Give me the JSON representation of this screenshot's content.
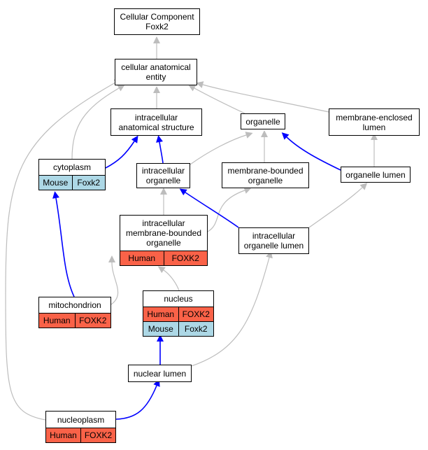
{
  "colors": {
    "human": "#fa6248",
    "mouse": "#add8e6",
    "edge_gray": "#bdbdbd",
    "edge_blue": "#0000ff"
  },
  "nodes": {
    "root": {
      "label": "Cellular Component\nFoxk2"
    },
    "cae": {
      "label": "cellular anatomical\nentity"
    },
    "ias": {
      "label": "intracellular\nanatomical structure"
    },
    "organelle": {
      "label": "organelle"
    },
    "mel": {
      "label": "membrane-enclosed\nlumen"
    },
    "cytoplasm": {
      "label": "cytoplasm",
      "rows": [
        {
          "species": "Mouse",
          "gene": "Foxk2"
        }
      ]
    },
    "io": {
      "label": "intracellular\norganelle"
    },
    "mbo": {
      "label": "membrane-bounded\norganelle"
    },
    "ol": {
      "label": "organelle lumen"
    },
    "imbo": {
      "label": "intracellular\nmembrane-bounded\norganelle",
      "rows": [
        {
          "species": "Human",
          "gene": "FOXK2"
        }
      ]
    },
    "iol": {
      "label": "intracellular\norganelle lumen"
    },
    "nucleus": {
      "label": "nucleus",
      "rows": [
        {
          "species": "Human",
          "gene": "FOXK2"
        },
        {
          "species": "Mouse",
          "gene": "Foxk2"
        }
      ]
    },
    "mito": {
      "label": "mitochondrion",
      "rows": [
        {
          "species": "Human",
          "gene": "FOXK2"
        }
      ]
    },
    "nl": {
      "label": "nuclear lumen"
    },
    "np": {
      "label": "nucleoplasm",
      "rows": [
        {
          "species": "Human",
          "gene": "FOXK2"
        }
      ]
    }
  },
  "edges": [
    {
      "from": "cae",
      "to": "root",
      "color": "gray"
    },
    {
      "from": "ias",
      "to": "cae",
      "color": "gray"
    },
    {
      "from": "organelle",
      "to": "cae",
      "color": "gray"
    },
    {
      "from": "mel",
      "to": "cae",
      "color": "gray"
    },
    {
      "from": "cytoplasm",
      "to": "cae",
      "color": "gray"
    },
    {
      "from": "np",
      "to": "cae",
      "color": "gray"
    },
    {
      "from": "cytoplasm",
      "to": "ias",
      "color": "blue"
    },
    {
      "from": "io",
      "to": "ias",
      "color": "blue"
    },
    {
      "from": "io",
      "to": "organelle",
      "color": "gray"
    },
    {
      "from": "mbo",
      "to": "organelle",
      "color": "gray"
    },
    {
      "from": "ol",
      "to": "organelle",
      "color": "blue"
    },
    {
      "from": "ol",
      "to": "mel",
      "color": "gray"
    },
    {
      "from": "imbo",
      "to": "io",
      "color": "gray"
    },
    {
      "from": "imbo",
      "to": "mbo",
      "color": "gray"
    },
    {
      "from": "iol",
      "to": "io",
      "color": "blue"
    },
    {
      "from": "iol",
      "to": "ol",
      "color": "gray"
    },
    {
      "from": "mito",
      "to": "cytoplasm",
      "color": "blue"
    },
    {
      "from": "mito",
      "to": "imbo",
      "color": "gray"
    },
    {
      "from": "nucleus",
      "to": "imbo",
      "color": "gray"
    },
    {
      "from": "nl",
      "to": "nucleus",
      "color": "blue"
    },
    {
      "from": "nl",
      "to": "iol",
      "color": "gray"
    },
    {
      "from": "np",
      "to": "nl",
      "color": "blue"
    }
  ]
}
